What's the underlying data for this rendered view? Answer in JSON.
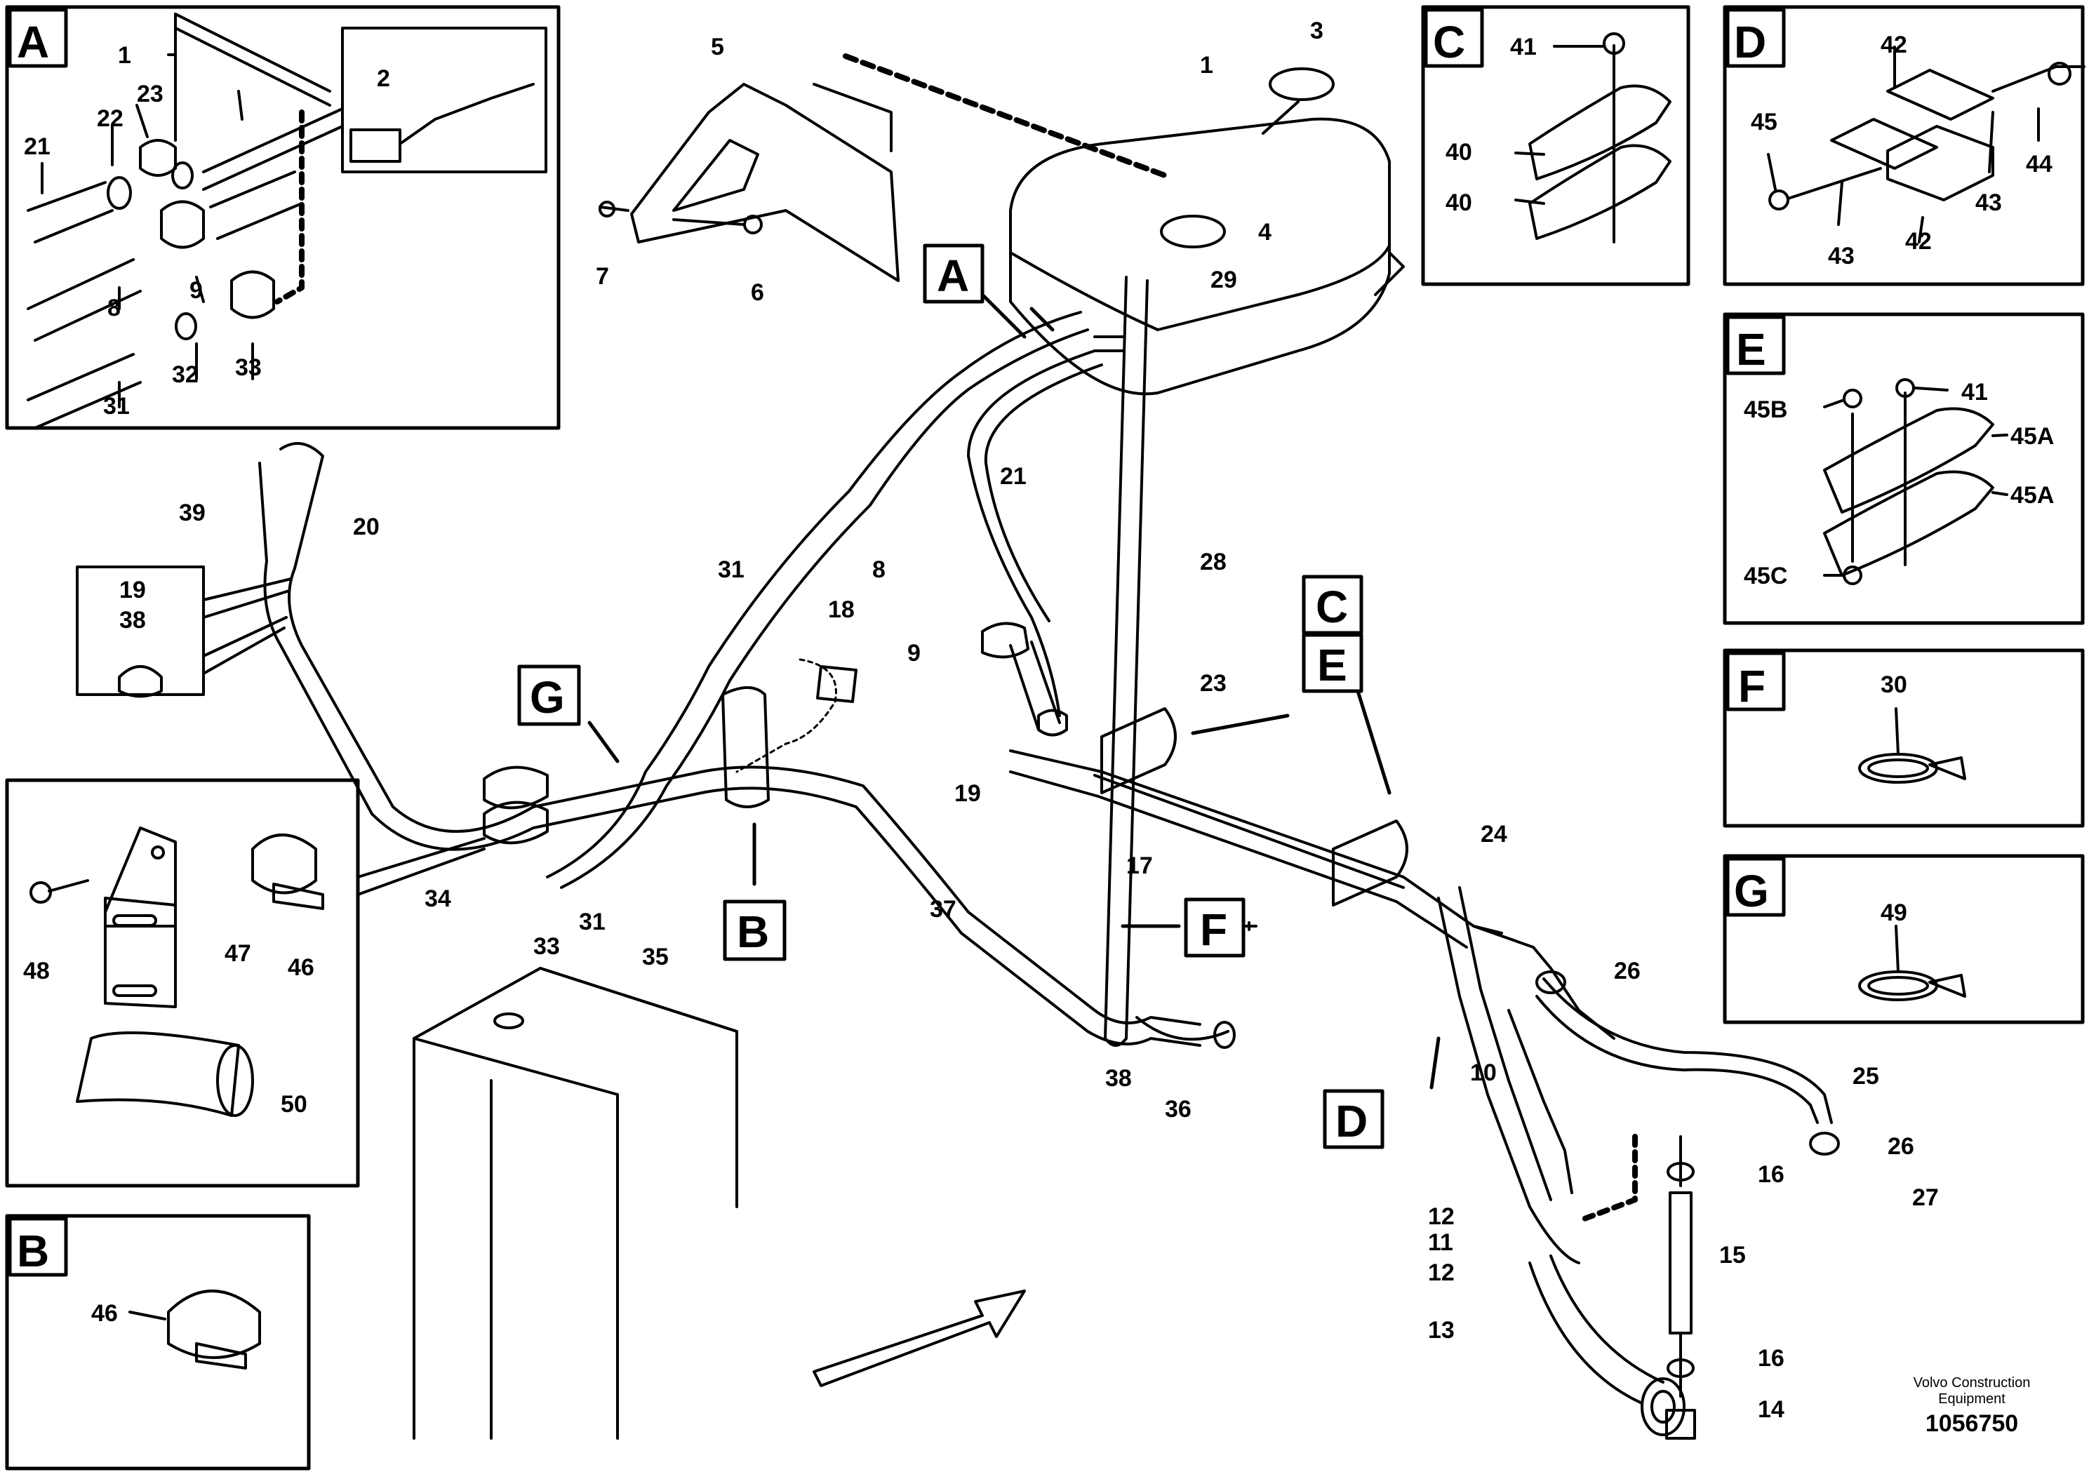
{
  "callouts": {
    "A": "A",
    "B": "B",
    "C": "C",
    "D": "D",
    "E": "E",
    "F": "F",
    "G": "G"
  },
  "parts": {
    "p1": "1",
    "p2": "2",
    "p3": "3",
    "p4": "4",
    "p5": "5",
    "p6": "6",
    "p7": "7",
    "p8": "8",
    "p9": "9",
    "p10": "10",
    "p11": "11",
    "p12": "12",
    "p13": "13",
    "p14": "14",
    "p15": "15",
    "p16": "16",
    "p17": "17",
    "p18": "18",
    "p19": "19",
    "p20": "20",
    "p21": "21",
    "p23": "23",
    "p24": "24",
    "p25": "25",
    "p26": "26",
    "p27": "27",
    "p28": "28",
    "p29": "29",
    "p30": "30",
    "p31": "31",
    "p32": "32",
    "p33": "33",
    "p34": "34",
    "p35": "35",
    "p36": "36",
    "p37": "37",
    "p38": "38",
    "p39": "39",
    "p40": "40",
    "p41": "41",
    "p42": "42",
    "p43": "43",
    "p44": "44",
    "p45": "45",
    "p45A": "45A",
    "p45B": "45B",
    "p45C": "45C",
    "p46": "46",
    "p47": "47",
    "p48": "48",
    "p49": "49",
    "p50": "50",
    "p22": "22"
  },
  "footer": {
    "brand_line1": "Volvo Construction",
    "brand_line2": "Equipment",
    "drawing_number": "1056750"
  }
}
